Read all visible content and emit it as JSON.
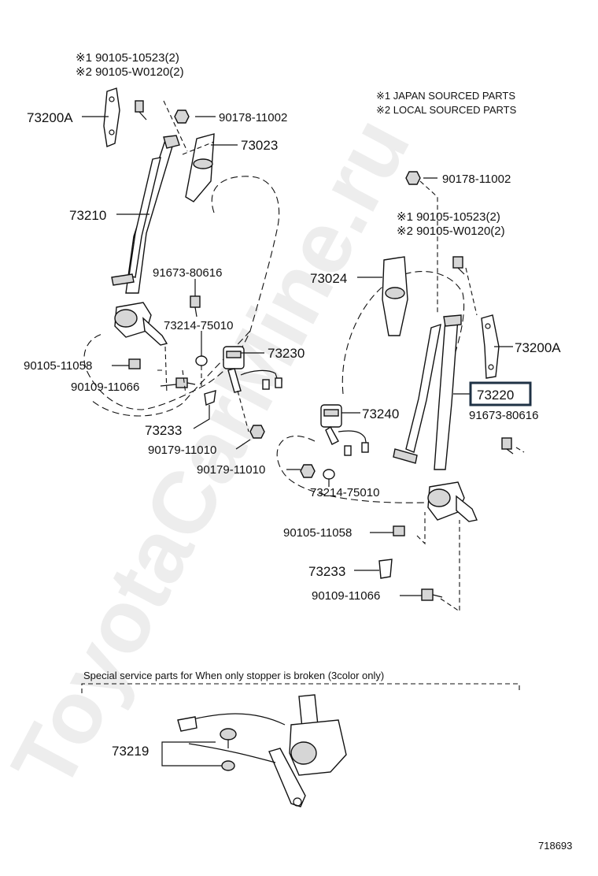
{
  "notes": {
    "japan": "※1 JAPAN SOURCED PARTS",
    "local": "※2 LOCAL SOURCED PARTS"
  },
  "left_assembly": {
    "bolt_japan": "※1 90105-10523(2)",
    "bolt_local": "※2 90105-W0120(2)",
    "anchor_label": "73200A",
    "nut_label": "90178-11002",
    "cover_label": "73023",
    "belt_label": "73210",
    "bolt_label": "91673-80616",
    "buckle_nut_label": "73214-75010",
    "buckle_label": "73230",
    "retractor_bolt_label": "90105-11058",
    "bolt2_label": "90109-11066",
    "cover2_label": "73233",
    "nut2_label": "90179-11010"
  },
  "right_assembly": {
    "nut_label": "90178-11002",
    "bolt_japan": "※1 90105-10523(2)",
    "bolt_local": "※2 90105-W0120(2)",
    "cover_label": "73024",
    "anchor_label": "73200A",
    "belt_label": "73220",
    "bolt_label": "91673-80616",
    "buckle_label": "73240",
    "nut_label2": "90179-11010",
    "buckle_nut_label": "73214-75010",
    "retractor_bolt_label": "90105-11058",
    "cover2_label": "73233",
    "bolt2_label": "90109-11066"
  },
  "service": {
    "caption": "Special service parts for When only stopper is broken (3color only)",
    "stopper_label": "73219"
  },
  "footer": {
    "diagram_number": "718693"
  },
  "watermark": "ToyotaCarMine.ru",
  "highlight_color": "#1f3245"
}
